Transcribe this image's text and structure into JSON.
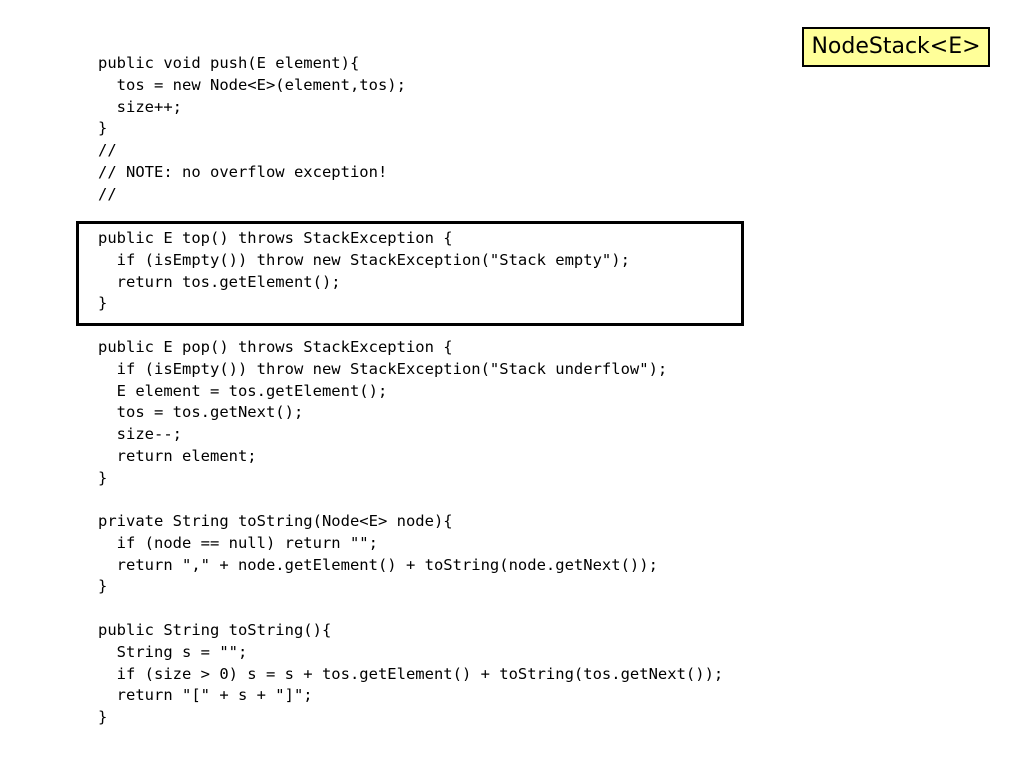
{
  "title": "NodeStack<E>",
  "blocks": {
    "push": [
      "public void push(E element){",
      "  tos = new Node<E>(element,tos);",
      "  size++;",
      "}",
      "//",
      "// NOTE: no overflow exception!",
      "//"
    ],
    "top": [
      "public E top() throws StackException {",
      "  if (isEmpty()) throw new StackException(\"Stack empty\");",
      "  return tos.getElement();",
      "}"
    ],
    "pop": [
      "public E pop() throws StackException {",
      "  if (isEmpty()) throw new StackException(\"Stack underflow\");",
      "  E element = tos.getElement();",
      "  tos = tos.getNext();",
      "  size--;",
      "  return element;",
      "}"
    ],
    "tostring_private": [
      "private String toString(Node<E> node){",
      "  if (node == null) return \"\";",
      "  return \",\" + node.getElement() + toString(node.getNext());",
      "}"
    ],
    "tostring_public": [
      "public String toString(){",
      "  String s = \"\";",
      "  if (size > 0) s = s + tos.getElement() + toString(tos.getNext());",
      "  return \"[\" + s + \"]\";",
      "}"
    ]
  }
}
